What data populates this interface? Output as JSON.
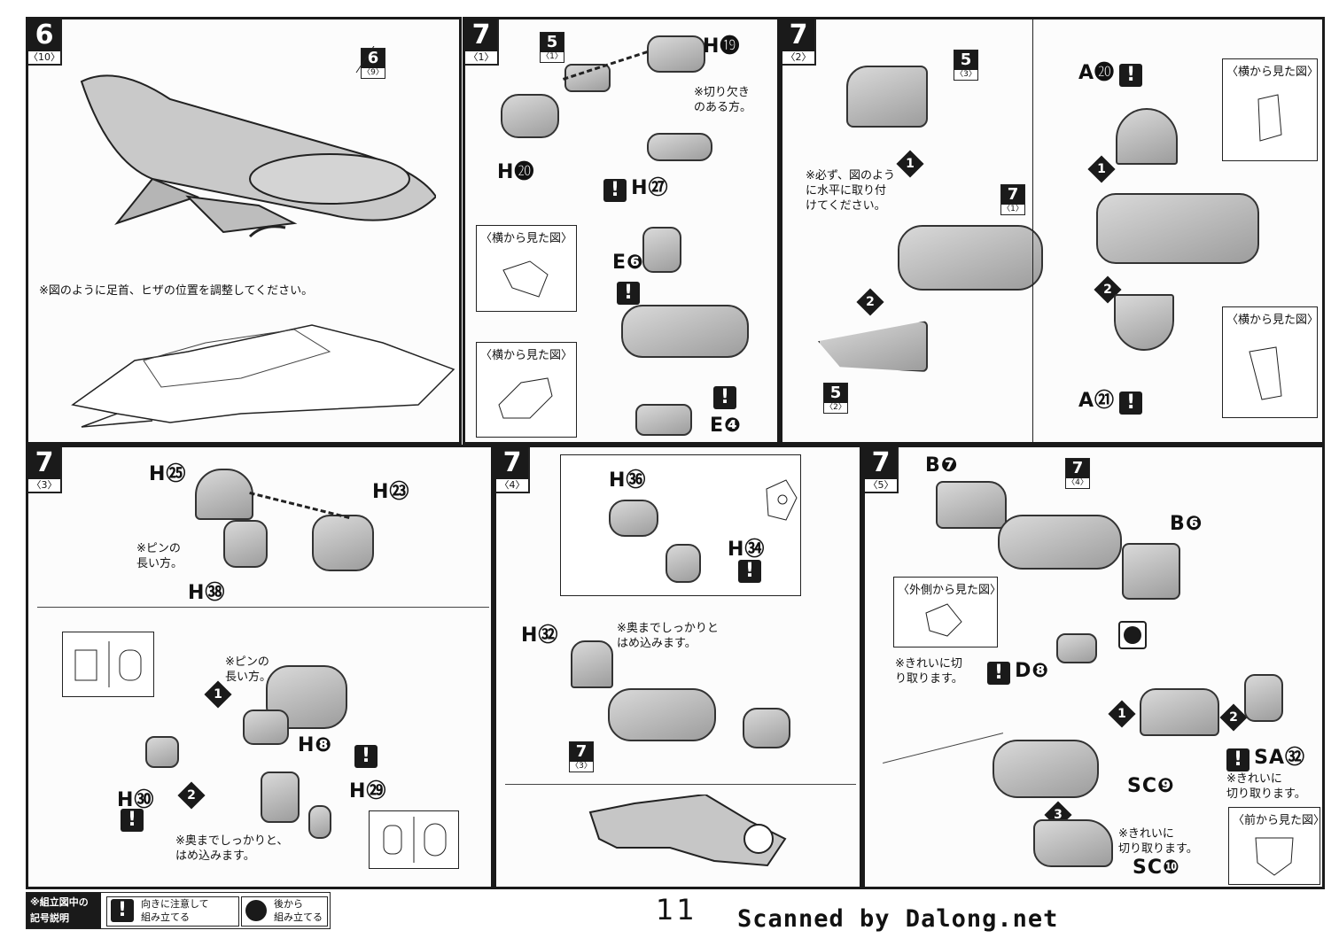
{
  "page_number": "11",
  "scanned_by": "Scanned by Dalong.net",
  "panels": {
    "p6": {
      "step": "6",
      "sub": "〈10〉",
      "ref": {
        "num": "6",
        "sub": "〈9〉"
      },
      "note": "※図のように足首、ヒザの位置を調整してください。"
    },
    "p7_1": {
      "step": "7",
      "sub": "〈1〉",
      "ref5": {
        "num": "5",
        "sub": "〈1〉"
      },
      "parts": {
        "h19": "H⓳",
        "h20": "H⓴",
        "h27": "H㉗",
        "e6": "E❻",
        "e4": "E❹"
      },
      "note_cut": "※切り欠き\nのある方。",
      "side_view_1": "〈横から見た図〉",
      "side_view_2": "〈横から見た図〉"
    },
    "p7_2": {
      "step": "7",
      "sub": "〈2〉",
      "ref5a": {
        "num": "5",
        "sub": "〈3〉"
      },
      "ref5b": {
        "num": "5",
        "sub": "〈2〉"
      },
      "ref7": {
        "num": "7",
        "sub": "〈1〉"
      },
      "note": "※必ず、図のよう\nに水平に取り付\nけてください。",
      "parts": {
        "a20": "A⓴",
        "a21": "A㉑"
      },
      "side_view_1": "〈横から見た図〉",
      "side_view_2": "〈横から見た図〉"
    },
    "p7_3": {
      "step": "7",
      "sub": "〈3〉",
      "parts": {
        "h25": "H㉕",
        "h23": "H㉓",
        "h38": "H㊳",
        "h8": "H❽",
        "h29": "H㉙",
        "h30": "H㉚"
      },
      "note_pin1": "※ピンの\n長い方。",
      "note_pin2": "※ピンの\n長い方。",
      "note_press": "※奥までしっかりと、\nはめ込みます。"
    },
    "p7_4": {
      "step": "7",
      "sub": "〈4〉",
      "parts": {
        "h36": "H㊱",
        "h34": "H㉞",
        "h32": "H㉜"
      },
      "ref7": {
        "num": "7",
        "sub": "〈3〉"
      },
      "note_press": "※奥までしっかりと\nはめ込みます。"
    },
    "p7_5": {
      "step": "7",
      "sub": "〈5〉",
      "ref7": {
        "num": "7",
        "sub": "〈4〉"
      },
      "parts": {
        "b7": "B❼",
        "b6": "B❻",
        "d8": "D❽",
        "sa32": "SA㉜",
        "sc9": "SC❾",
        "sc10": "SC❿"
      },
      "outside_view": "〈外側から見た図〉",
      "front_view": "〈前から見た図〉",
      "note_cut1": "※きれいに切\nり取ります。",
      "note_cut2": "※きれいに\n切り取ります。",
      "note_cut3": "※きれいに\n切り取ります。"
    }
  },
  "legend": {
    "title": "※組立図中の\n記号説明",
    "warn_symbol": "!",
    "warn_text": "向きに注意して\n組み立てる",
    "back_text": "後から\n組み立てる"
  }
}
